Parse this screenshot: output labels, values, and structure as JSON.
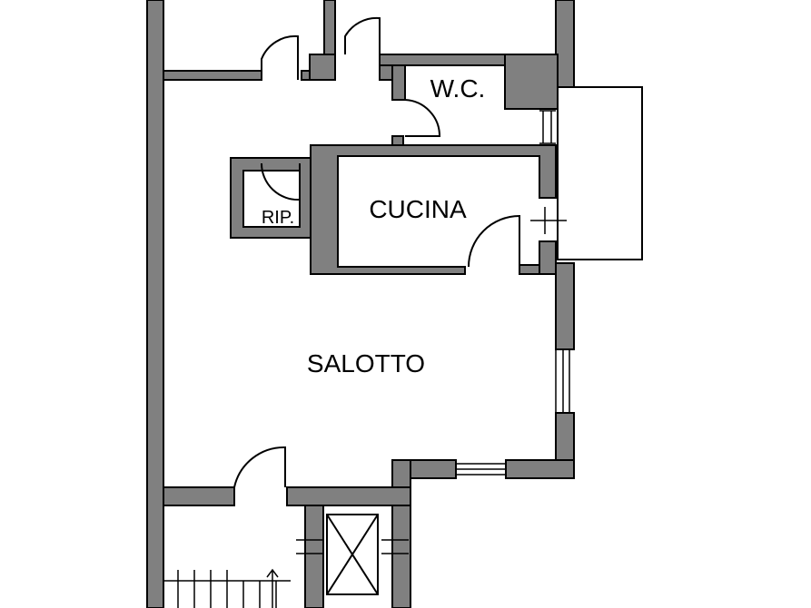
{
  "rooms": {
    "wc": "W.C.",
    "kitchen": "CUCINA",
    "storage": "RIP.",
    "living": "SALOTTO"
  }
}
